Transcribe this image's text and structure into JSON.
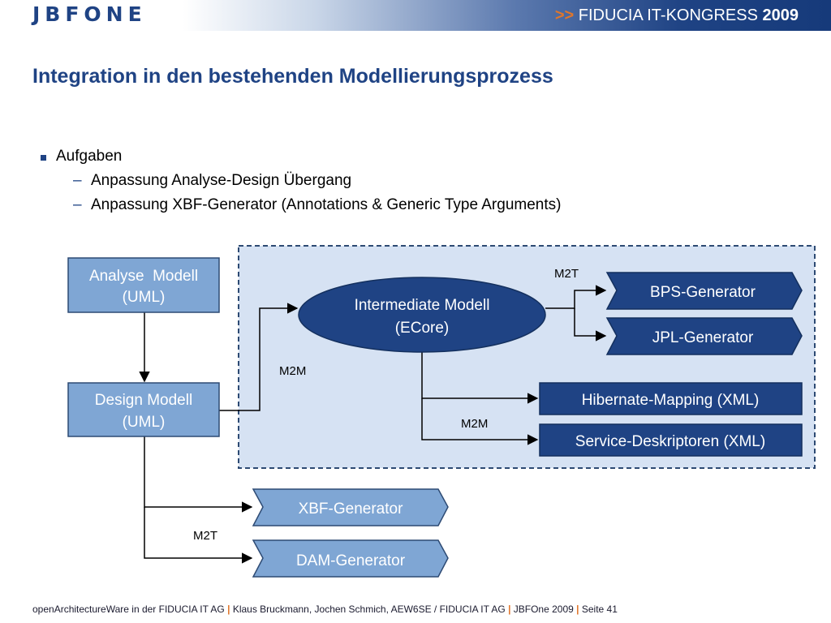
{
  "header": {
    "logo": "JBFONE",
    "congress_prefix": ">>",
    "congress_name": "FIDUCIA IT-KONGRESS",
    "congress_year": "2009"
  },
  "title": "Integration in den bestehenden Modellierungsprozess",
  "bullets": {
    "main": "Aufgaben",
    "subs": [
      "Anpassung Analyse-Design Übergang",
      "Anpassung XBF-Generator (Annotations & Generic Type Arguments)"
    ]
  },
  "diagram": {
    "analyse_line1": "Analyse  Modell",
    "analyse_line2": "(UML)",
    "design_line1": "Design Modell",
    "design_line2": "(UML)",
    "intermediate_line1": "Intermediate Modell",
    "intermediate_line2": "(ECore)",
    "bps": "BPS-Generator",
    "jpl": "JPL-Generator",
    "hibernate": "Hibernate-Mapping (XML)",
    "service": "Service-Deskriptoren (XML)",
    "xbf": "XBF-Generator",
    "dam": "DAM-Generator",
    "label_m2t_top": "M2T",
    "label_m2m_left": "M2M",
    "label_m2m_bottom": "M2M",
    "label_m2t_bottom": "M2T"
  },
  "footer": {
    "part1": "openArchitectureWare in der FIDUCIA IT AG",
    "sep": "|",
    "part2": "Klaus Bruckmann, Jochen Schmich, AEW6SE / FIDUCIA IT AG",
    "part3": "JBFOne 2009",
    "part4": "Seite 41"
  }
}
